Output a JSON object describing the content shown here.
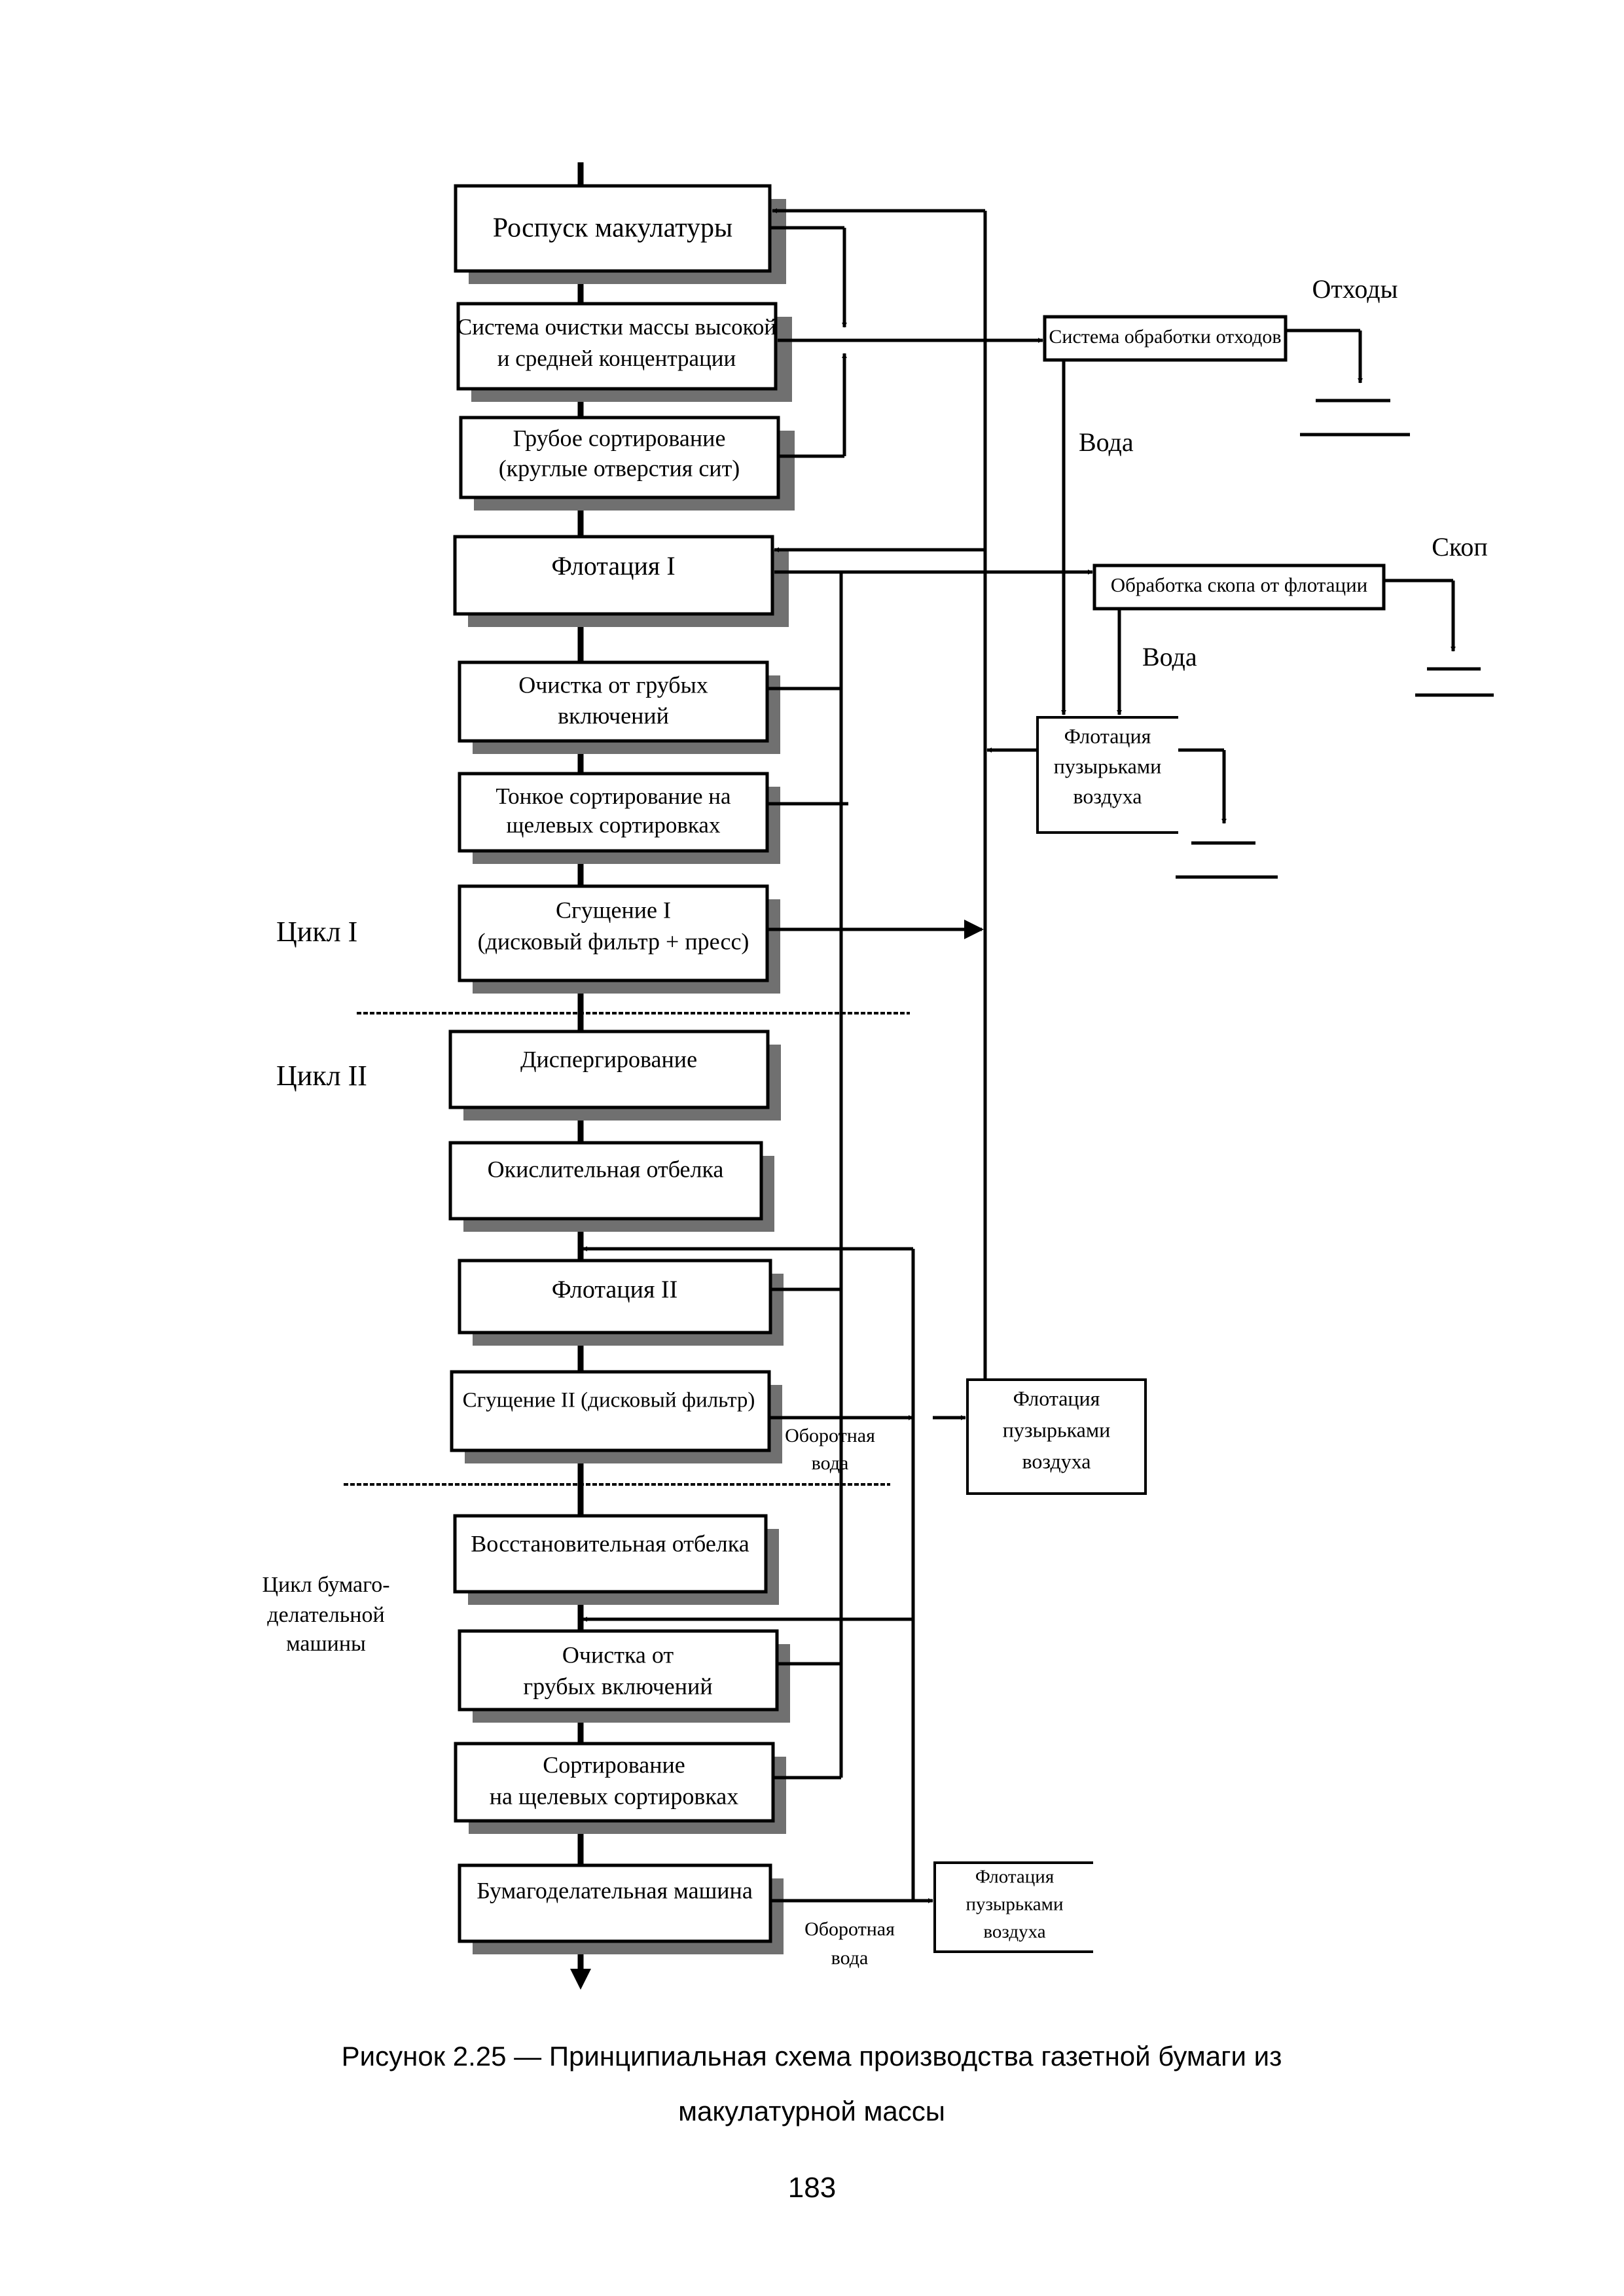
{
  "process_steps": {
    "raspusk": "Роспуск макулатуры",
    "ochistka_high_1": "Система очистки массы высокой",
    "ochistka_high_2": "и средней концентрации",
    "grubo_sort_1": "Грубое сортирование",
    "grubo_sort_2": "(круглые отверстия сит)",
    "flotation_1": "Флотация I",
    "coarse_clean_1_a": "Очистка от грубых",
    "coarse_clean_1_b": "включений",
    "fine_sort_a": "Тонкое сортирование на",
    "fine_sort_b": "щелевых сортировках",
    "thickening_1_a": "Сгущение I",
    "thickening_1_b": "(дисковый фильтр + пресс)",
    "dispersing": "Диспергирование",
    "oxidative_bleach": "Окислительная отбелка",
    "flotation_2": "Флотация II",
    "thickening_2": "Сгущение II (дисковый фильтр)",
    "reductive_bleach": "Восстановительная отбелка",
    "coarse_clean_2_a": "Очистка от",
    "coarse_clean_2_b": "грубых включений",
    "sorting_a": "Сортирование",
    "sorting_b": "на щелевых сортировках",
    "paper_machine": "Бумагоделательная машина"
  },
  "side_units": {
    "waste_system": "Система обработки отходов",
    "sludge_treatment": "Обработка скопа от флотации",
    "air_flotation_1_a": "Флотация",
    "air_flotation_1_b": "пузырьками",
    "air_flotation_1_c": "воздуха",
    "air_flotation_2_a": "Флотация",
    "air_flotation_2_b": "пузырьками",
    "air_flotation_2_c": "воздуха",
    "air_flotation_3_a": "Флотация",
    "air_flotation_3_b": "пузырьками",
    "air_flotation_3_c": "воздуха"
  },
  "labels": {
    "waste": "Отходы",
    "sludge": "Скоп",
    "water_1": "Вода",
    "water_2": "Вода",
    "recycle_water_1_a": "Оборотная",
    "recycle_water_1_b": "вода",
    "recycle_water_2_a": "Оборотная",
    "recycle_water_2_b": "вода"
  },
  "cycles": {
    "cycle_1": "Цикл I",
    "cycle_2": "Цикл II",
    "cycle_pm_a": "Цикл бумаго-",
    "cycle_pm_b": "делательной",
    "cycle_pm_c": "машины"
  },
  "caption": {
    "line1": "Рисунок 2.25 — Принципиальная схема производства газетной бумаги из",
    "line2": "макулатурной массы"
  },
  "page_number": "183"
}
